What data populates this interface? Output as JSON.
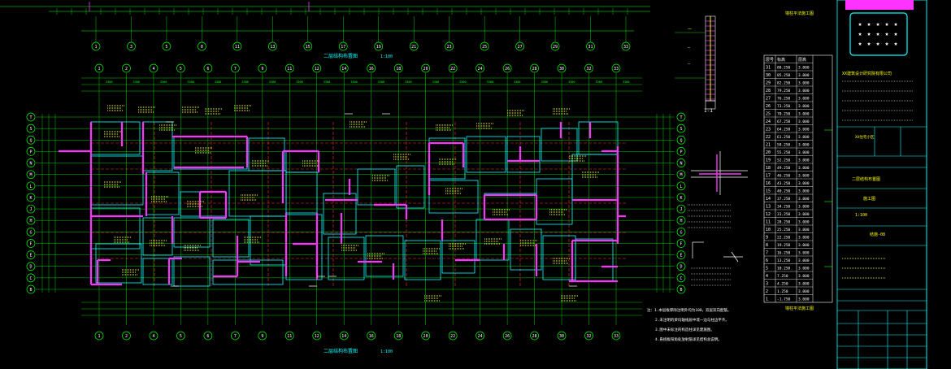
{
  "plan_title": "二层结构布置图",
  "plan_scale": "1:100",
  "section_label": "1-1",
  "columns_top": [
    "1",
    "3",
    "5",
    "8",
    "11",
    "13",
    "15",
    "17",
    "19",
    "21",
    "23",
    "25",
    "27",
    "29",
    "31",
    "33"
  ],
  "columns_main": [
    "1",
    "2",
    "4",
    "5",
    "6",
    "7",
    "9",
    "11",
    "12",
    "14",
    "16",
    "18",
    "20",
    "22",
    "24",
    "26",
    "28",
    "30",
    "32",
    "33"
  ],
  "rows_left": [
    "T",
    "S",
    "Q",
    "P",
    "N",
    "M",
    "L",
    "K",
    "J",
    "H",
    "G",
    "F",
    "E",
    "D",
    "C",
    "B"
  ],
  "rows_right": [
    "T",
    "S",
    "Q",
    "P",
    "N",
    "M",
    "L",
    "K",
    "J",
    "H",
    "G",
    "F",
    "E",
    "D",
    "C",
    "B"
  ],
  "notes": [
    "注：1.本层板厚除注明外均为100，双层双向配筋。",
    "2.未注明的梁均轴线居中或一边与柱边平齐。",
    "3.图中未标注的构造柱详见建施图。",
    "4.悬挑板阳角处放射筋详见结构总说明。"
  ],
  "details_title": "墙柱平法施工图",
  "table_header": [
    "层号",
    "标高",
    "层高"
  ],
  "floor_table": [
    [
      "31",
      "88.250",
      "3.000"
    ],
    [
      "30",
      "85.250",
      "3.000"
    ],
    [
      "29",
      "82.250",
      "3.000"
    ],
    [
      "28",
      "79.250",
      "3.000"
    ],
    [
      "27",
      "76.250",
      "3.000"
    ],
    [
      "26",
      "73.250",
      "3.000"
    ],
    [
      "25",
      "70.250",
      "3.000"
    ],
    [
      "24",
      "67.250",
      "3.000"
    ],
    [
      "23",
      "64.250",
      "3.000"
    ],
    [
      "22",
      "61.250",
      "3.000"
    ],
    [
      "21",
      "58.250",
      "3.000"
    ],
    [
      "20",
      "55.250",
      "3.000"
    ],
    [
      "19",
      "52.250",
      "3.000"
    ],
    [
      "18",
      "49.250",
      "3.000"
    ],
    [
      "17",
      "46.250",
      "3.000"
    ],
    [
      "16",
      "43.250",
      "3.000"
    ],
    [
      "15",
      "40.250",
      "3.000"
    ],
    [
      "14",
      "37.250",
      "3.000"
    ],
    [
      "13",
      "34.250",
      "3.000"
    ],
    [
      "12",
      "31.250",
      "3.000"
    ],
    [
      "11",
      "28.250",
      "3.000"
    ],
    [
      "10",
      "25.250",
      "3.000"
    ],
    [
      "9",
      "22.250",
      "3.000"
    ],
    [
      "8",
      "19.250",
      "3.000"
    ],
    [
      "7",
      "16.250",
      "3.000"
    ],
    [
      "6",
      "13.250",
      "3.000"
    ],
    [
      "5",
      "10.250",
      "3.000"
    ],
    [
      "4",
      "7.250",
      "3.000"
    ],
    [
      "3",
      "4.250",
      "3.000"
    ],
    [
      "2",
      "1.250",
      "3.000"
    ],
    [
      "1",
      "-1.750",
      "3.000"
    ]
  ],
  "title_block": {
    "company": "XX建筑设计研究院有限公司",
    "project": "XX住宅小区",
    "drawing": "二层结构布置图",
    "stage": "施工图",
    "scale": "1:100",
    "sheet": "结施-08"
  },
  "colors": {
    "background": "#000000",
    "axis_line": "#00ff00",
    "beam": "#ff33ff",
    "annotation": "#ffff00",
    "wall": "#00ffff",
    "frame": "#00ffff",
    "dash": "#ff3333"
  }
}
